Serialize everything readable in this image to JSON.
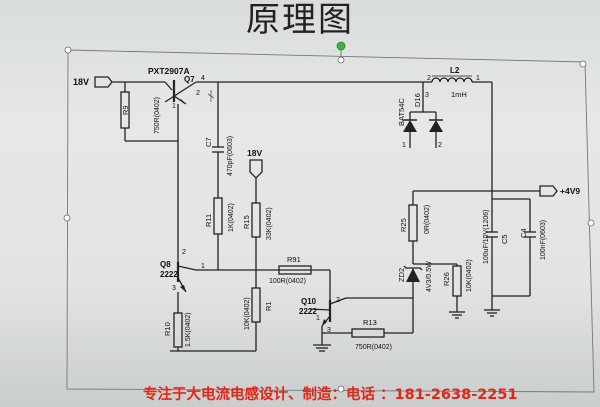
{
  "title": "原理图",
  "footer": "专注于大电流电感设计、制造：电话 ：181-2638-2251",
  "nets": {
    "in": "18V",
    "mid": "18V",
    "out": "+4V9"
  },
  "q7": {
    "part": "PXT2907A",
    "ref": "Q7",
    "pin1": "1",
    "pin2": "2",
    "pin4": "4"
  },
  "r9": {
    "ref": "R9",
    "val": "750R(0402)"
  },
  "c7": {
    "ref": "C7",
    "val": "470pF(0603)"
  },
  "l2": {
    "ref": "L2",
    "val": "1mH",
    "pin1": "1",
    "pin2": "2"
  },
  "d16": {
    "part": "BAT54C",
    "ref": "D16",
    "pin1": "1",
    "pin2": "2",
    "pin3": "3"
  },
  "r11": {
    "ref": "R11",
    "val": "1K(0402)"
  },
  "r15": {
    "ref": "R15",
    "val": "33K(0402)"
  },
  "q8": {
    "ref": "Q8",
    "part": "2222",
    "pin1": "1",
    "pin2": "2",
    "pin3": "3"
  },
  "r91": {
    "ref": "R91",
    "val": "100R(0402)"
  },
  "r10": {
    "ref": "R10",
    "val": "1.5K(0402)"
  },
  "r1": {
    "ref": "R1",
    "val": "10K(0402)"
  },
  "q10": {
    "ref": "Q10",
    "part": "2222",
    "pin1": "1",
    "pin2": "2",
    "pin3": "3"
  },
  "r13": {
    "ref": "R13",
    "val": "750R(0402)"
  },
  "r25": {
    "ref": "R25",
    "val": "0R(0402)"
  },
  "zd2": {
    "ref": "ZD2",
    "val": "4V3/0.5W"
  },
  "r26": {
    "ref": "R26",
    "val": "10K(0402)"
  },
  "c5": {
    "ref": "C5",
    "val": "100uF/10V(1206)"
  },
  "c4": {
    "ref": "C4",
    "val": "100nF(0603)"
  }
}
